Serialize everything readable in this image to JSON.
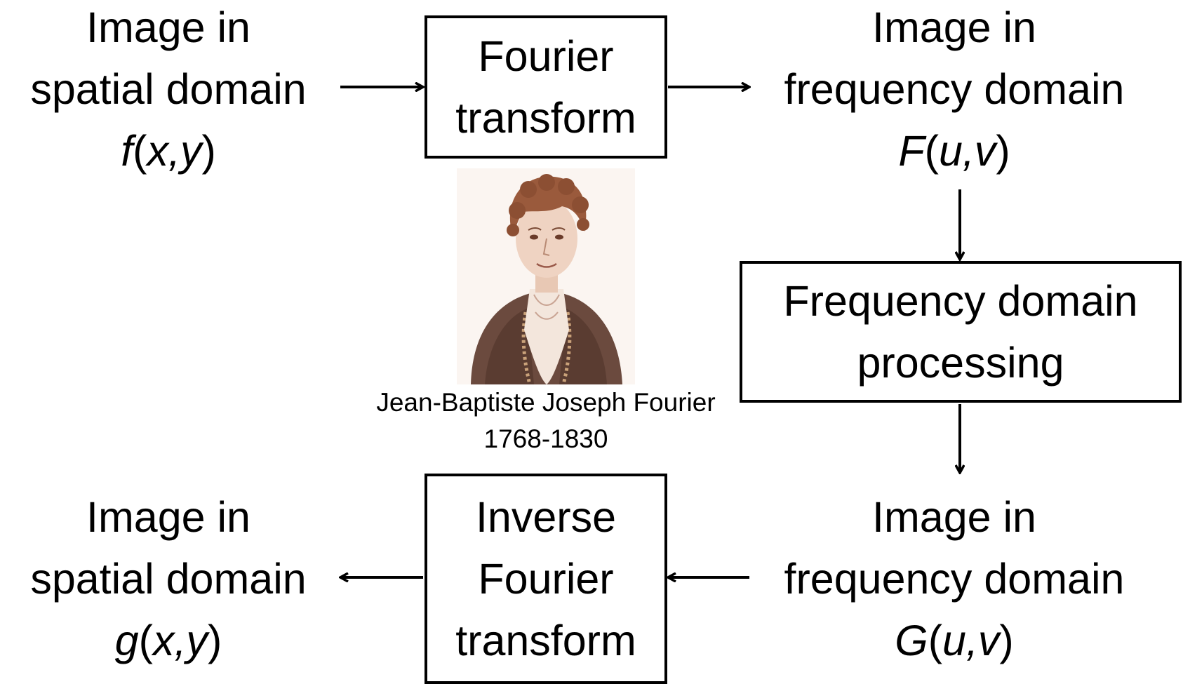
{
  "nodes": {
    "spatial_input": {
      "line1": "Image in",
      "line2": "spatial domain",
      "func": "f",
      "args_open": "(",
      "args": "x,y",
      "args_close": ")"
    },
    "fourier_transform": {
      "line1": "Fourier",
      "line2": "transform"
    },
    "frequency_F": {
      "line1": "Image in",
      "line2": "frequency domain",
      "func": "F",
      "args_open": "(",
      "args": "u,v",
      "args_close": ")"
    },
    "processing": {
      "line1": "Frequency domain",
      "line2": "processing"
    },
    "frequency_G": {
      "line1": "Image in",
      "line2": "frequency domain",
      "func": "G",
      "args_open": "(",
      "args": "u,v",
      "args_close": ")"
    },
    "inverse_transform": {
      "line1": "Inverse",
      "line2": "Fourier",
      "line3": "transform"
    },
    "spatial_output": {
      "line1": "Image in",
      "line2": "spatial domain",
      "func": "g",
      "args_open": "(",
      "args": "x,y",
      "args_close": ")"
    }
  },
  "portrait": {
    "name": "Jean-Baptiste Joseph Fourier",
    "years": "1768-1830",
    "tint_color": "#b06a4e"
  },
  "colors": {
    "stroke": "#000000",
    "background": "#ffffff"
  }
}
